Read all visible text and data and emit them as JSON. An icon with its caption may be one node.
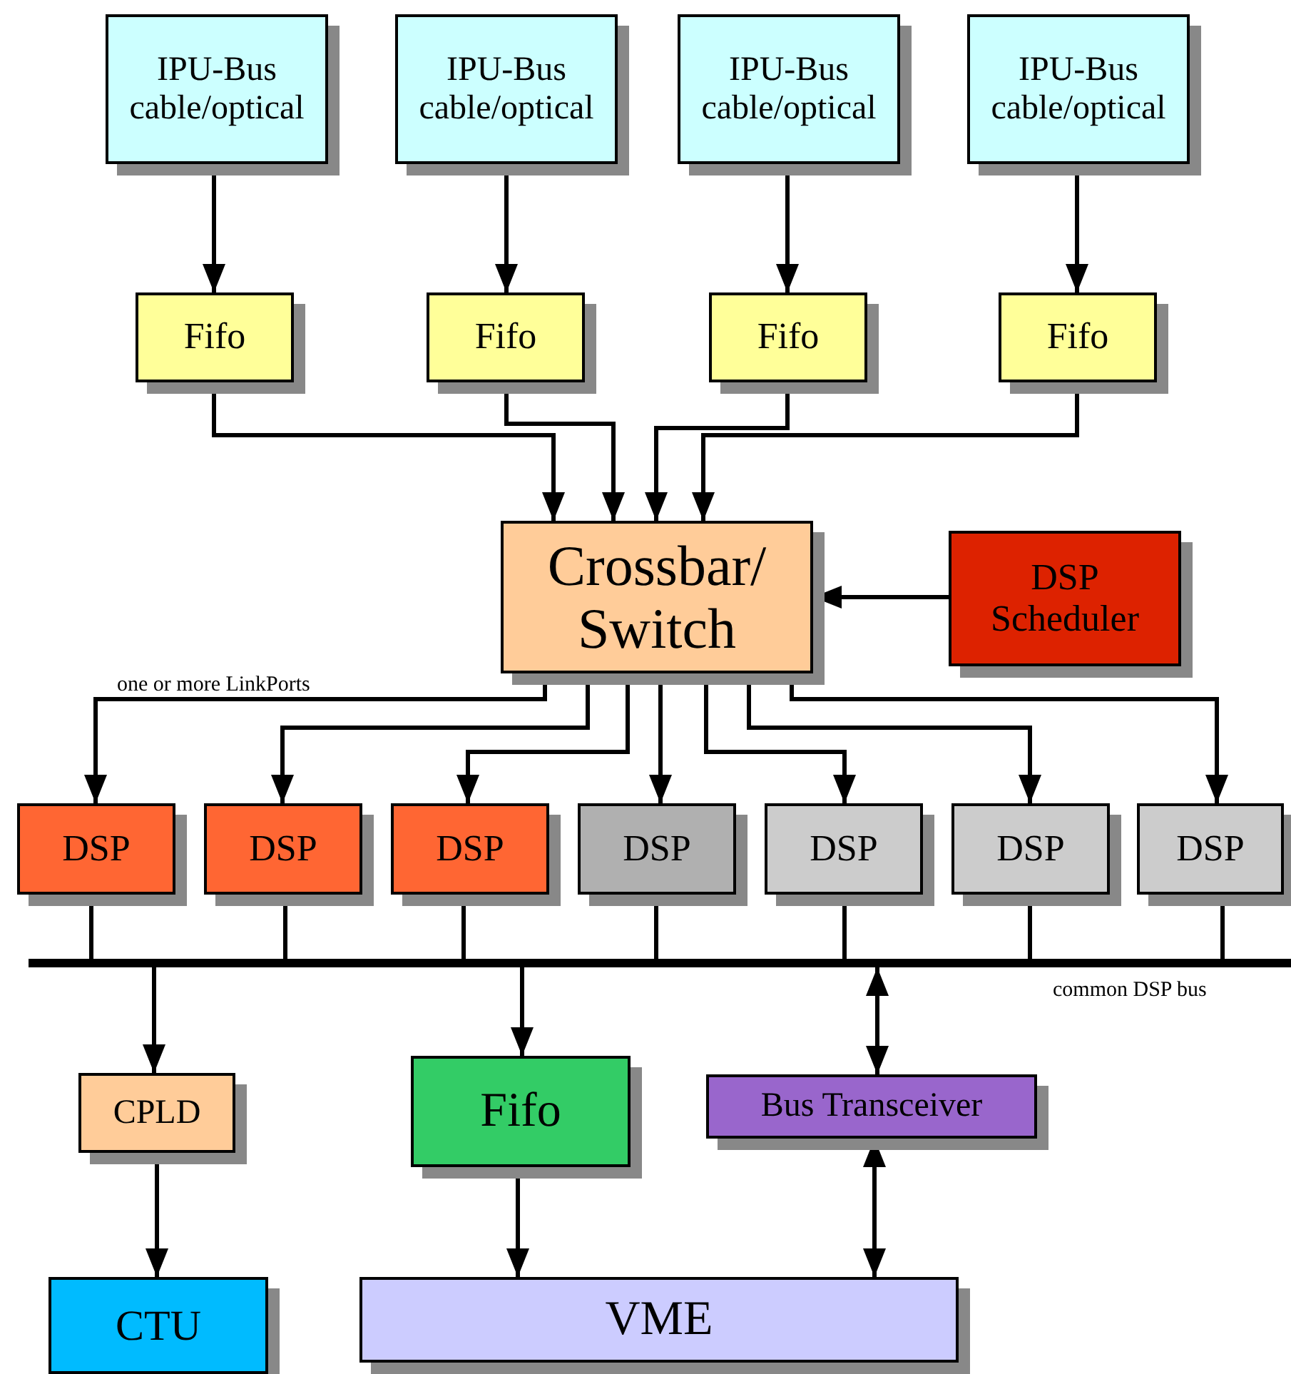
{
  "diagram": {
    "nodes": [
      {
        "text": [
          "IPU-Bus cable/optical"
        ]
      },
      {
        "text": [
          "IPU-Bus cable/optical"
        ]
      },
      {
        "text": [
          "IPU-Bus cable/optical"
        ]
      },
      {
        "text": [
          "IPU-Bus cable/optical"
        ]
      },
      {
        "text": [
          "Fifo"
        ]
      },
      {
        "text": [
          "Fifo"
        ]
      },
      {
        "text": [
          "Fifo"
        ]
      },
      {
        "text": [
          "Fifo"
        ]
      },
      {
        "text": [
          "Crossbar/ Switch"
        ]
      },
      {
        "text": [
          "DSP Scheduler"
        ]
      },
      {
        "text": [
          "DSP"
        ]
      },
      {
        "text": [
          "DSP"
        ]
      },
      {
        "text": [
          "DSP"
        ]
      },
      {
        "text": [
          "DSP"
        ]
      },
      {
        "text": [
          "DSP"
        ]
      },
      {
        "text": [
          "DSP"
        ]
      },
      {
        "text": [
          "DSP"
        ]
      },
      {
        "text": [],
        "shape": "bar",
        "beside": [
          "common DSP bus"
        ]
      },
      {
        "text": [
          "CPLD"
        ]
      },
      {
        "text": [
          "Fifo"
        ]
      },
      {
        "text": [
          "Bus Transceiver"
        ]
      },
      {
        "text": [
          "CTU"
        ]
      },
      {
        "text": [
          "VME"
        ]
      }
    ],
    "edges": [
      {
        "from": 0,
        "to": 4,
        "arrow": "to"
      },
      {
        "from": 1,
        "to": 5,
        "arrow": "to"
      },
      {
        "from": 2,
        "to": 6,
        "arrow": "to"
      },
      {
        "from": 3,
        "to": 7,
        "arrow": "to"
      },
      {
        "from": 4,
        "to": 8,
        "arrow": "to"
      },
      {
        "from": 5,
        "to": 8,
        "arrow": "to"
      },
      {
        "from": 6,
        "to": 8,
        "arrow": "to"
      },
      {
        "from": 7,
        "to": 8,
        "arrow": "to"
      },
      {
        "from": 9,
        "to": 8,
        "arrow": "to"
      },
      {
        "from": 8,
        "to": 10,
        "arrow": "to",
        "label": "one or more LinkPorts"
      },
      {
        "from": 8,
        "to": 11,
        "arrow": "to"
      },
      {
        "from": 8,
        "to": 12,
        "arrow": "to"
      },
      {
        "from": 8,
        "to": 13,
        "arrow": "to"
      },
      {
        "from": 8,
        "to": 14,
        "arrow": "to"
      },
      {
        "from": 8,
        "to": 15,
        "arrow": "to"
      },
      {
        "from": 8,
        "to": 16,
        "arrow": "to"
      },
      {
        "from": 10,
        "to": 17,
        "arrow": "none"
      },
      {
        "from": 11,
        "to": 17,
        "arrow": "none"
      },
      {
        "from": 12,
        "to": 17,
        "arrow": "none"
      },
      {
        "from": 13,
        "to": 17,
        "arrow": "none"
      },
      {
        "from": 14,
        "to": 17,
        "arrow": "none"
      },
      {
        "from": 15,
        "to": 17,
        "arrow": "none"
      },
      {
        "from": 16,
        "to": 17,
        "arrow": "none"
      },
      {
        "from": 17,
        "to": 18,
        "arrow": "to"
      },
      {
        "from": 17,
        "to": 19,
        "arrow": "to"
      },
      {
        "from": 17,
        "to": 20,
        "arrow": "both"
      },
      {
        "from": 18,
        "to": 21,
        "arrow": "to"
      },
      {
        "from": 19,
        "to": 22,
        "arrow": "to"
      },
      {
        "from": 20,
        "to": 22,
        "arrow": "both"
      }
    ]
  }
}
